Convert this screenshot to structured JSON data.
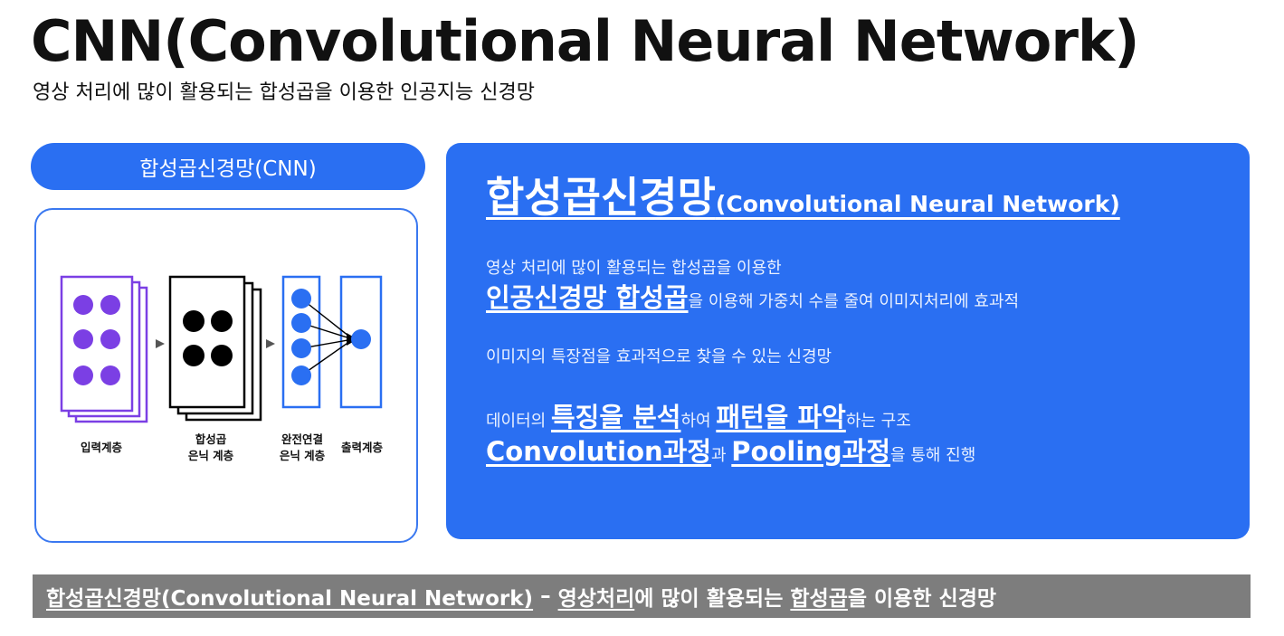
{
  "title": "CNN(Convolutional Neural Network)",
  "subtitle": "영상 처리에 많이 활용되는 합성곱을 이용한 인공지능 신경망",
  "left_pill_label": "합성곱신경망(CNN)",
  "diagram": {
    "labels": {
      "input_layer": "입력계층",
      "conv_hidden_line1": "합성곱",
      "conv_hidden_line2": "은닉 계층",
      "fc_hidden_line1": "완전연결",
      "fc_hidden_line2": "은닉 계층",
      "output_layer": "출력계층"
    },
    "colors": {
      "input": "#7b3fe4",
      "conv": "#000000",
      "fc": "#2a6ff2",
      "arrow": "#555555"
    }
  },
  "panel": {
    "heading_main": "합성곱신경망",
    "heading_sub": "(Convolutional Neural Network)",
    "line1": "영상 처리에 많이 활용되는 합성곱을 이용한",
    "line2_big": "인공신경망 합성곱",
    "line2_rest": "을 이용해 가중치 수를 줄여 이미지처리에 효과적",
    "line3": "이미지의 특장점을 효과적으로 찾을 수 있는 신경망",
    "line4_a": "데이터의 ",
    "line4_big1": "특징을 분석",
    "line4_b": "하여 ",
    "line4_big2": "패턴을 파악",
    "line4_c": "하는 구조",
    "line5_big1": "Convolution과정",
    "line5_a": "과 ",
    "line5_big2": "Pooling과정",
    "line5_b": "을 통해 진행"
  },
  "footer": {
    "part1": "합성곱신경망(Convolutional Neural Network)",
    "part2": " – ",
    "part3": "영상처리",
    "part4": "에 많이 활용되는 ",
    "part5": "합성곱",
    "part6": "을 이용한 신경망"
  },
  "colors": {
    "accent_blue": "#2a6ff2",
    "footer_gray": "#7d7d7d"
  }
}
